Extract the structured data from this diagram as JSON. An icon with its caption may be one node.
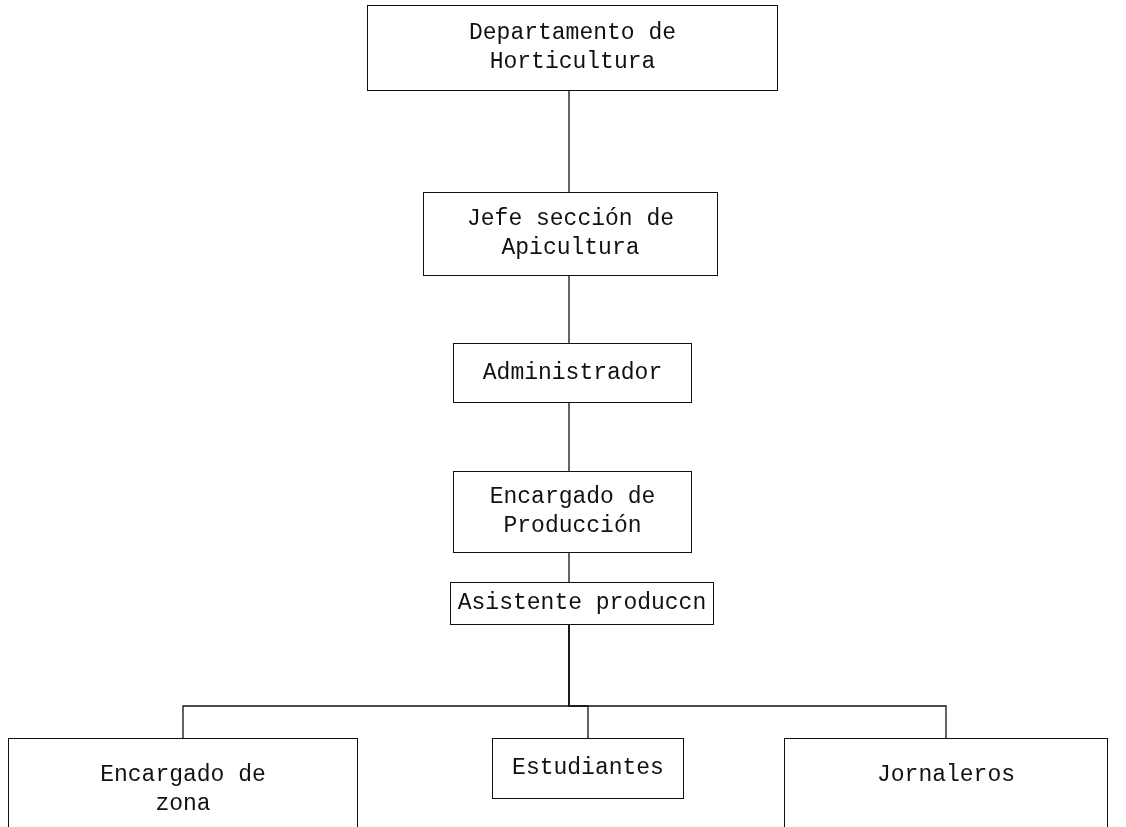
{
  "diagram": {
    "nodes": [
      {
        "text": [
          "Departamento de Horticultura"
        ]
      },
      {
        "text": [
          "Jefe sección de Apicultura"
        ]
      },
      {
        "text": [
          "Administrador"
        ]
      },
      {
        "text": [
          "Encargado de Producción"
        ]
      },
      {
        "text": [
          "Asistente produccn"
        ]
      },
      {
        "text": [
          "Encargado de zona"
        ]
      },
      {
        "text": [
          "Estudiantes"
        ]
      },
      {
        "text": [
          "Jornaleros"
        ]
      }
    ],
    "edges": [
      {
        "from": 0,
        "to": 1,
        "arrow": "none"
      },
      {
        "from": 1,
        "to": 2,
        "arrow": "none"
      },
      {
        "from": 2,
        "to": 3,
        "arrow": "none"
      },
      {
        "from": 3,
        "to": 4,
        "arrow": "none"
      },
      {
        "from": 4,
        "to": 5,
        "arrow": "none"
      },
      {
        "from": 4,
        "to": 6,
        "arrow": "none"
      },
      {
        "from": 4,
        "to": 7,
        "arrow": "none"
      }
    ]
  }
}
